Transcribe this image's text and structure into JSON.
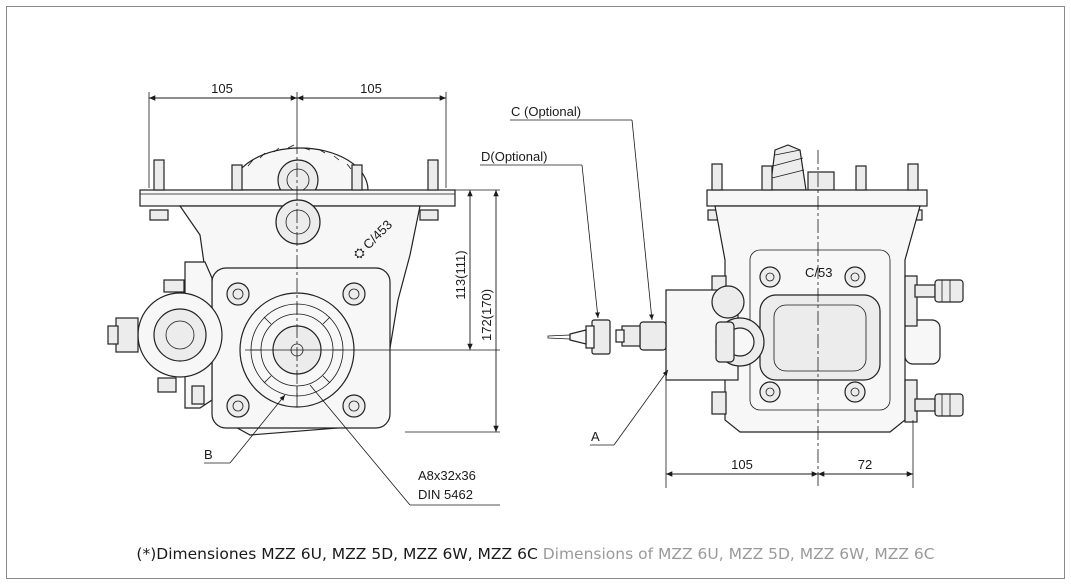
{
  "dimensions": {
    "front_width_left": "105",
    "front_width_right": "105",
    "height_inner": "113(111)",
    "height_outer": "172(170)",
    "side_width_left": "105",
    "side_width_right": "72"
  },
  "callouts": {
    "c_optional": "C (Optional)",
    "d_optional": "D(Optional)",
    "a": "A",
    "b": "B",
    "spline_line1": "A8x32x36",
    "spline_line2": "DIN 5462"
  },
  "caption": {
    "spanish": "(*)Dimensiones MZZ 6U, MZZ 5D, MZZ 6W, MZZ 6C",
    "english": "Dimensions of MZZ 6U, MZZ 5D, MZZ 6W, MZZ 6C"
  },
  "colors": {
    "line": "#1a1a1a",
    "caption_secondary": "#9a9a9a",
    "frame": "#8a8a8a"
  }
}
